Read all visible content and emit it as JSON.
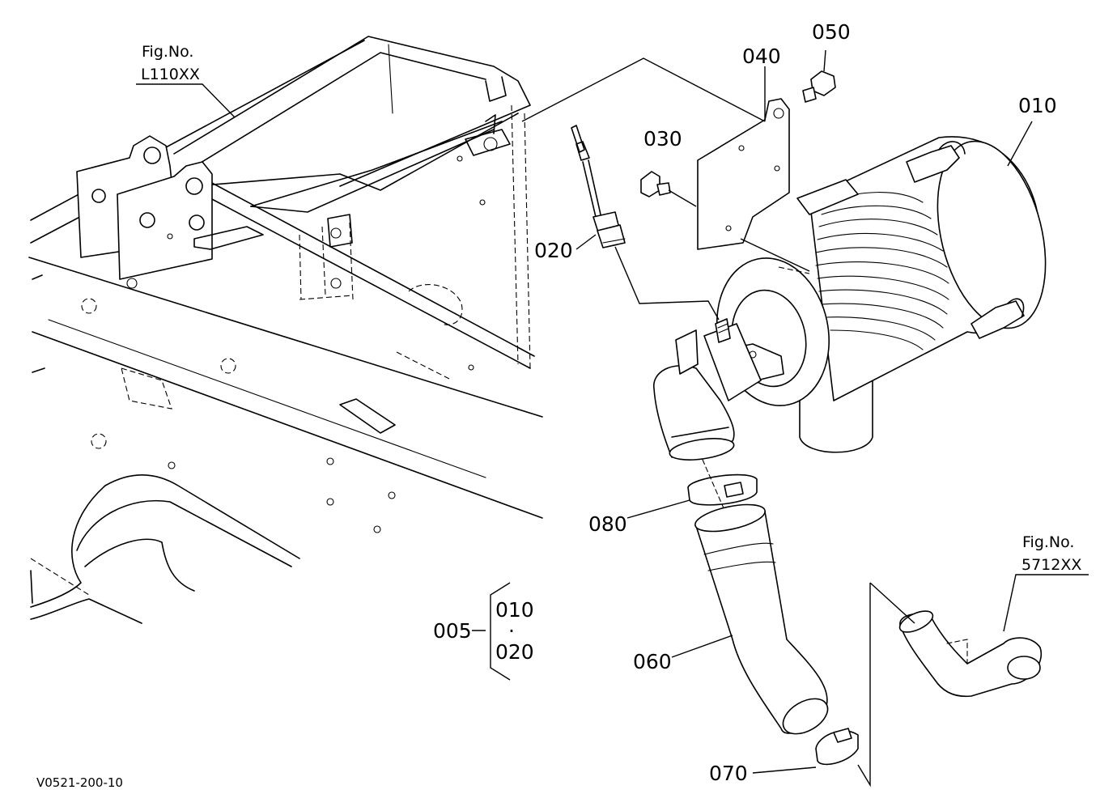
{
  "figure_refs": {
    "left": {
      "line1": "Fig.No.",
      "line2": "L110XX"
    },
    "right": {
      "line1": "Fig.No.",
      "line2": "5712XX"
    }
  },
  "parts": {
    "p010": "010",
    "p020": "020",
    "p030": "030",
    "p040": "040",
    "p050": "050",
    "p060": "060",
    "p070": "070",
    "p080": "080"
  },
  "assembly": {
    "label": "005",
    "sub1": "010",
    "sep": "·",
    "sub2": "020"
  },
  "drawing_code": "V0521-200-10"
}
